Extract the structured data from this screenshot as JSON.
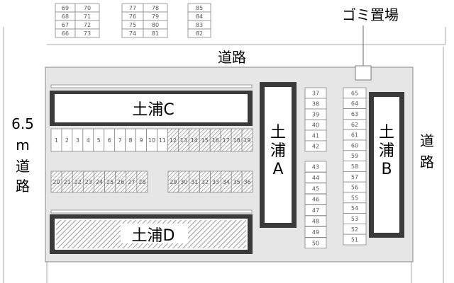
{
  "labels": {
    "garbage": "ゴミ置場",
    "road_top": "道路",
    "road_left": [
      "6.5",
      "m",
      "道",
      "路"
    ],
    "road_right": [
      "道",
      "路"
    ]
  },
  "buildings": {
    "c": "土浦C",
    "d": "土浦D",
    "a": [
      "土",
      "浦",
      "A"
    ],
    "b": [
      "土",
      "浦",
      "B"
    ]
  },
  "top_parking": {
    "col1": {
      "left": [
        "69",
        "68",
        "67",
        "66"
      ],
      "right": [
        "70",
        "71",
        "72",
        "73"
      ]
    },
    "col2": {
      "left": [
        "77",
        "76",
        "75",
        "74"
      ],
      "right": [
        "78",
        "79",
        "80",
        "81"
      ]
    },
    "col3": [
      "85",
      "84",
      "83",
      "82"
    ]
  },
  "row_1_19": [
    "1",
    "2",
    "3",
    "4",
    "5",
    "6",
    "7",
    "8",
    "9",
    "10",
    "11",
    "12",
    "13",
    "14",
    "15",
    "16",
    "17",
    "18",
    "19"
  ],
  "row_20_28": [
    "20",
    "21",
    "22",
    "23",
    "24",
    "25",
    "26",
    "27",
    "28"
  ],
  "row_29_36": [
    "29",
    "30",
    "31",
    "32",
    "33",
    "34",
    "35",
    "36"
  ],
  "col_37_50": [
    "37",
    "38",
    "39",
    "40",
    "41",
    "42",
    "43",
    "44",
    "45",
    "46",
    "47",
    "48",
    "49",
    "50"
  ],
  "col_65_51": [
    "65",
    "64",
    "63",
    "62",
    "61",
    "60",
    "59",
    "58",
    "57",
    "56",
    "55",
    "54",
    "53",
    "52",
    "51"
  ]
}
